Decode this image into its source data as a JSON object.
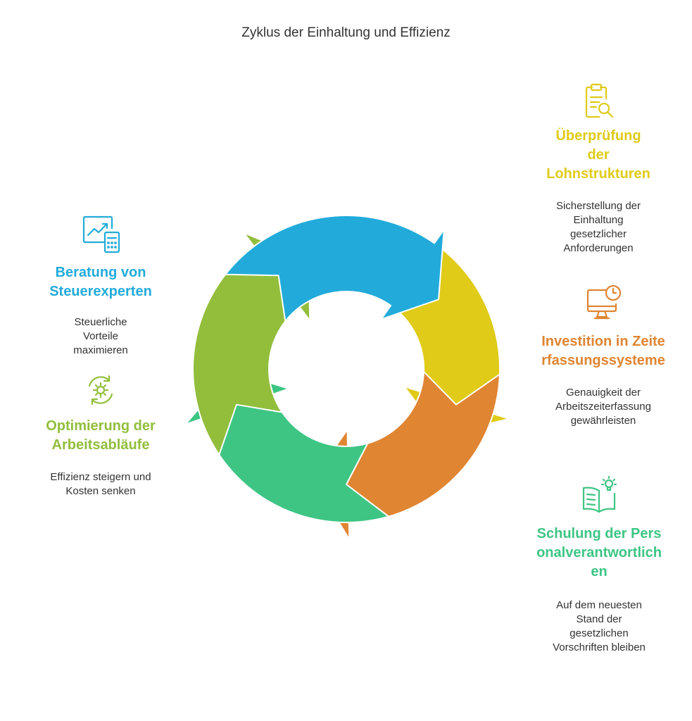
{
  "title": "Zyklus der Einhaltung und Effizienz",
  "colors": {
    "yellow": "#DFCB18",
    "orange": "#E08532",
    "green": "#3EC584",
    "lime": "#92BE3C",
    "blue": "#22ABDA"
  },
  "steps": [
    {
      "heading": "Überprüfung der Lohnstrukturen",
      "description": "Sicherstellung der Einhaltung gesetzlicher Anforderungen",
      "icon": "clipboard-search-icon",
      "color": "#DFCB18"
    },
    {
      "heading": "Investition in Zeiterfassungssysteme",
      "description": "Genauigkeit der Arbeitszeiterfassung gewährleisten",
      "icon": "monitor-clock-icon",
      "color": "#E08532"
    },
    {
      "heading": "Schulung der Personalverantwortlichen",
      "description": "Auf dem neuesten Stand der gesetzlichen Vorschriften bleiben",
      "icon": "book-lightbulb-icon",
      "color": "#3EC584"
    },
    {
      "heading": "Optimierung der Arbeitsabläufe",
      "description": "Effizienz steigern und Kosten senken",
      "icon": "gear-cycle-icon",
      "color": "#92BE3C"
    },
    {
      "heading": "Beratung von Steuerexperten",
      "description": "Steuerliche Vorteile maximieren",
      "icon": "chart-calculator-icon",
      "color": "#22ABDA"
    }
  ]
}
